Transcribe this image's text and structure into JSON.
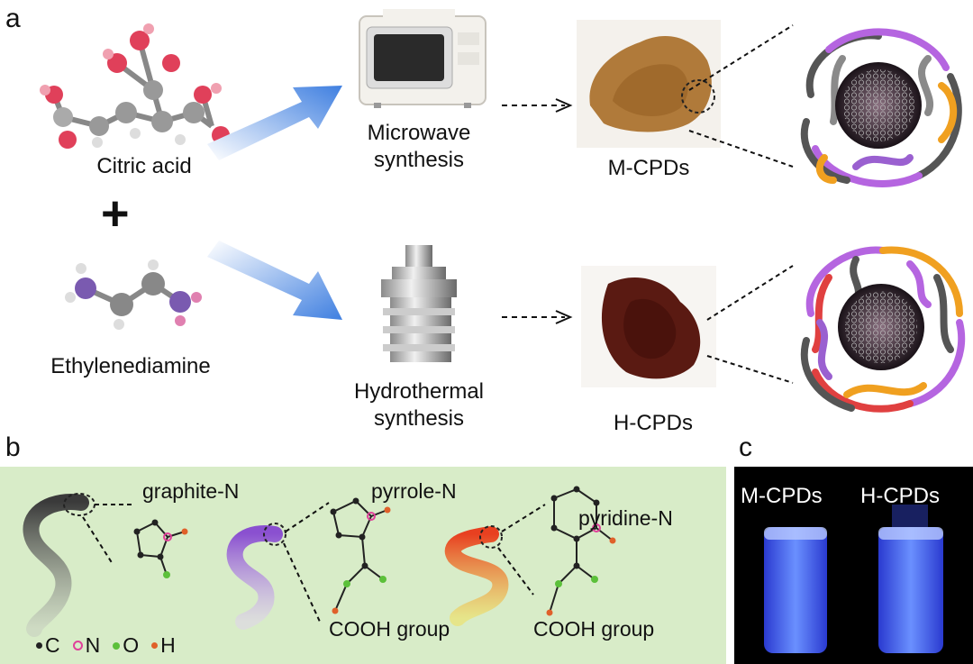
{
  "panel_a": {
    "letter": "a",
    "reactant_1": "Citric acid",
    "reactant_2": "Ethylenediamine",
    "plus": "+",
    "method_1": [
      "Microwave",
      "synthesis"
    ],
    "method_2": [
      "Hydrothermal",
      "synthesis"
    ],
    "product_1": "M-CPDs",
    "product_2": "H-CPDs"
  },
  "panel_b": {
    "letter": "b",
    "label_graphite": "graphite-N",
    "label_pyrrole": "pyrrole-N",
    "label_pyridine": "pyridine-N",
    "cooh_1": "COOH group",
    "cooh_2": "COOH group",
    "legend": [
      {
        "symbol": "C",
        "color": "#222222"
      },
      {
        "symbol": "N",
        "color": "#e0409a"
      },
      {
        "symbol": "O",
        "color": "#5cc03a"
      },
      {
        "symbol": "H",
        "color": "#e0602a"
      }
    ]
  },
  "panel_c": {
    "letter": "c",
    "vial_1": "M-CPDs",
    "vial_2": "H-CPDs"
  },
  "colors": {
    "arrow_blue": "#4a86e0",
    "panel_b_bg": "#d8ecc8",
    "m_powder": "#b07a3a",
    "h_powder": "#5a1a12",
    "glow": "#5a7dff"
  }
}
